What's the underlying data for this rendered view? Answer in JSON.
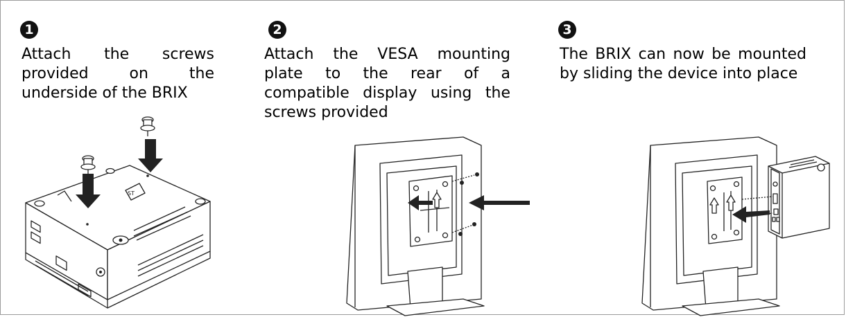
{
  "steps": [
    {
      "number": "1",
      "text": "Attach the screws provided on the underside of the BRIX",
      "illustration": "brix-underside-screws"
    },
    {
      "number": "2",
      "text": "Attach the VESA mounting plate to the rear of a compatible display using the screws provided",
      "illustration": "vesa-plate-on-monitor"
    },
    {
      "number": "3",
      "text": "The BRIX can now be mounted by sliding the device into place",
      "illustration": "brix-slide-onto-plate"
    }
  ]
}
